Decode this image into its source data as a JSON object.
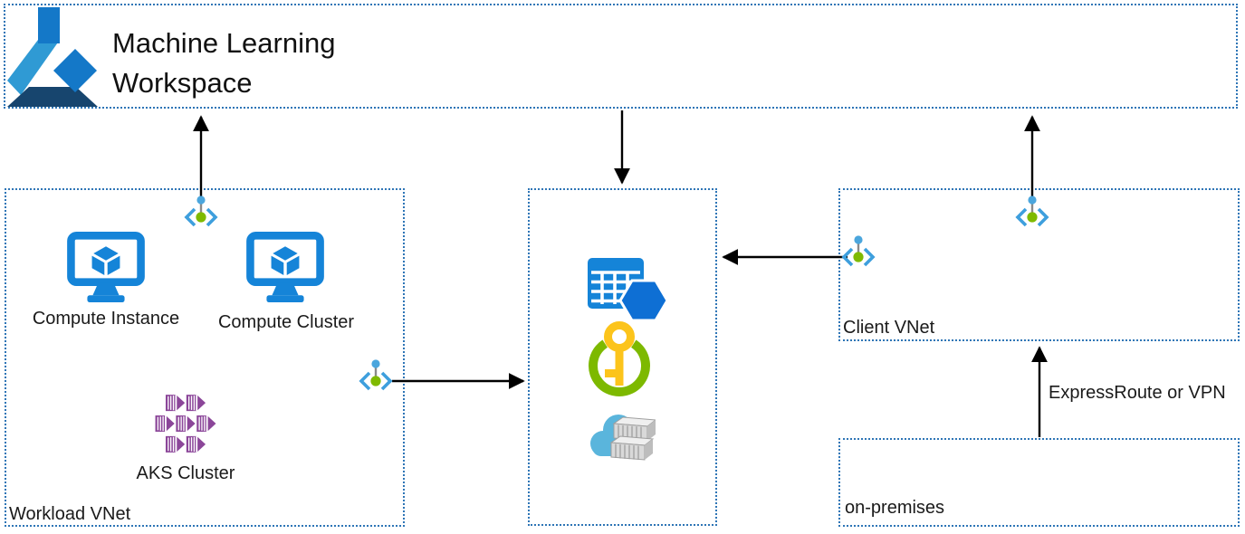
{
  "ml_workspace": {
    "title": "Machine Learning Workspace"
  },
  "workload_vnet": {
    "label": "Workload VNet",
    "compute_instance_label": "Compute Instance",
    "compute_cluster_label": "Compute Cluster",
    "aks_cluster_label": "AKS Cluster"
  },
  "shared_services": {
    "icons": [
      "storage-account",
      "key-vault",
      "container-registry"
    ]
  },
  "client_vnet": {
    "label": "Client VNet"
  },
  "on_premises": {
    "label": "on-premises"
  },
  "connections": {
    "expressroute_label": "ExpressRoute or VPN",
    "private_endpoint_icon_count": 4
  },
  "colors": {
    "box_border_blue": "#2e75b6",
    "azure_blue": "#1584d8",
    "hexagon_blue": "#0e6fd4",
    "ml_logo_medium_blue": "#1478c8",
    "ml_logo_light_blue": "#2f9ad4",
    "ml_logo_navy": "#17456e",
    "aks_purple": "#8b4699",
    "endpoint_green": "#7fba00",
    "keyvault_ring_green": "#7db900",
    "key_yellow": "#fcc41b",
    "cloud_blue": "#5ab5dc",
    "arrow_black": "#000000"
  }
}
